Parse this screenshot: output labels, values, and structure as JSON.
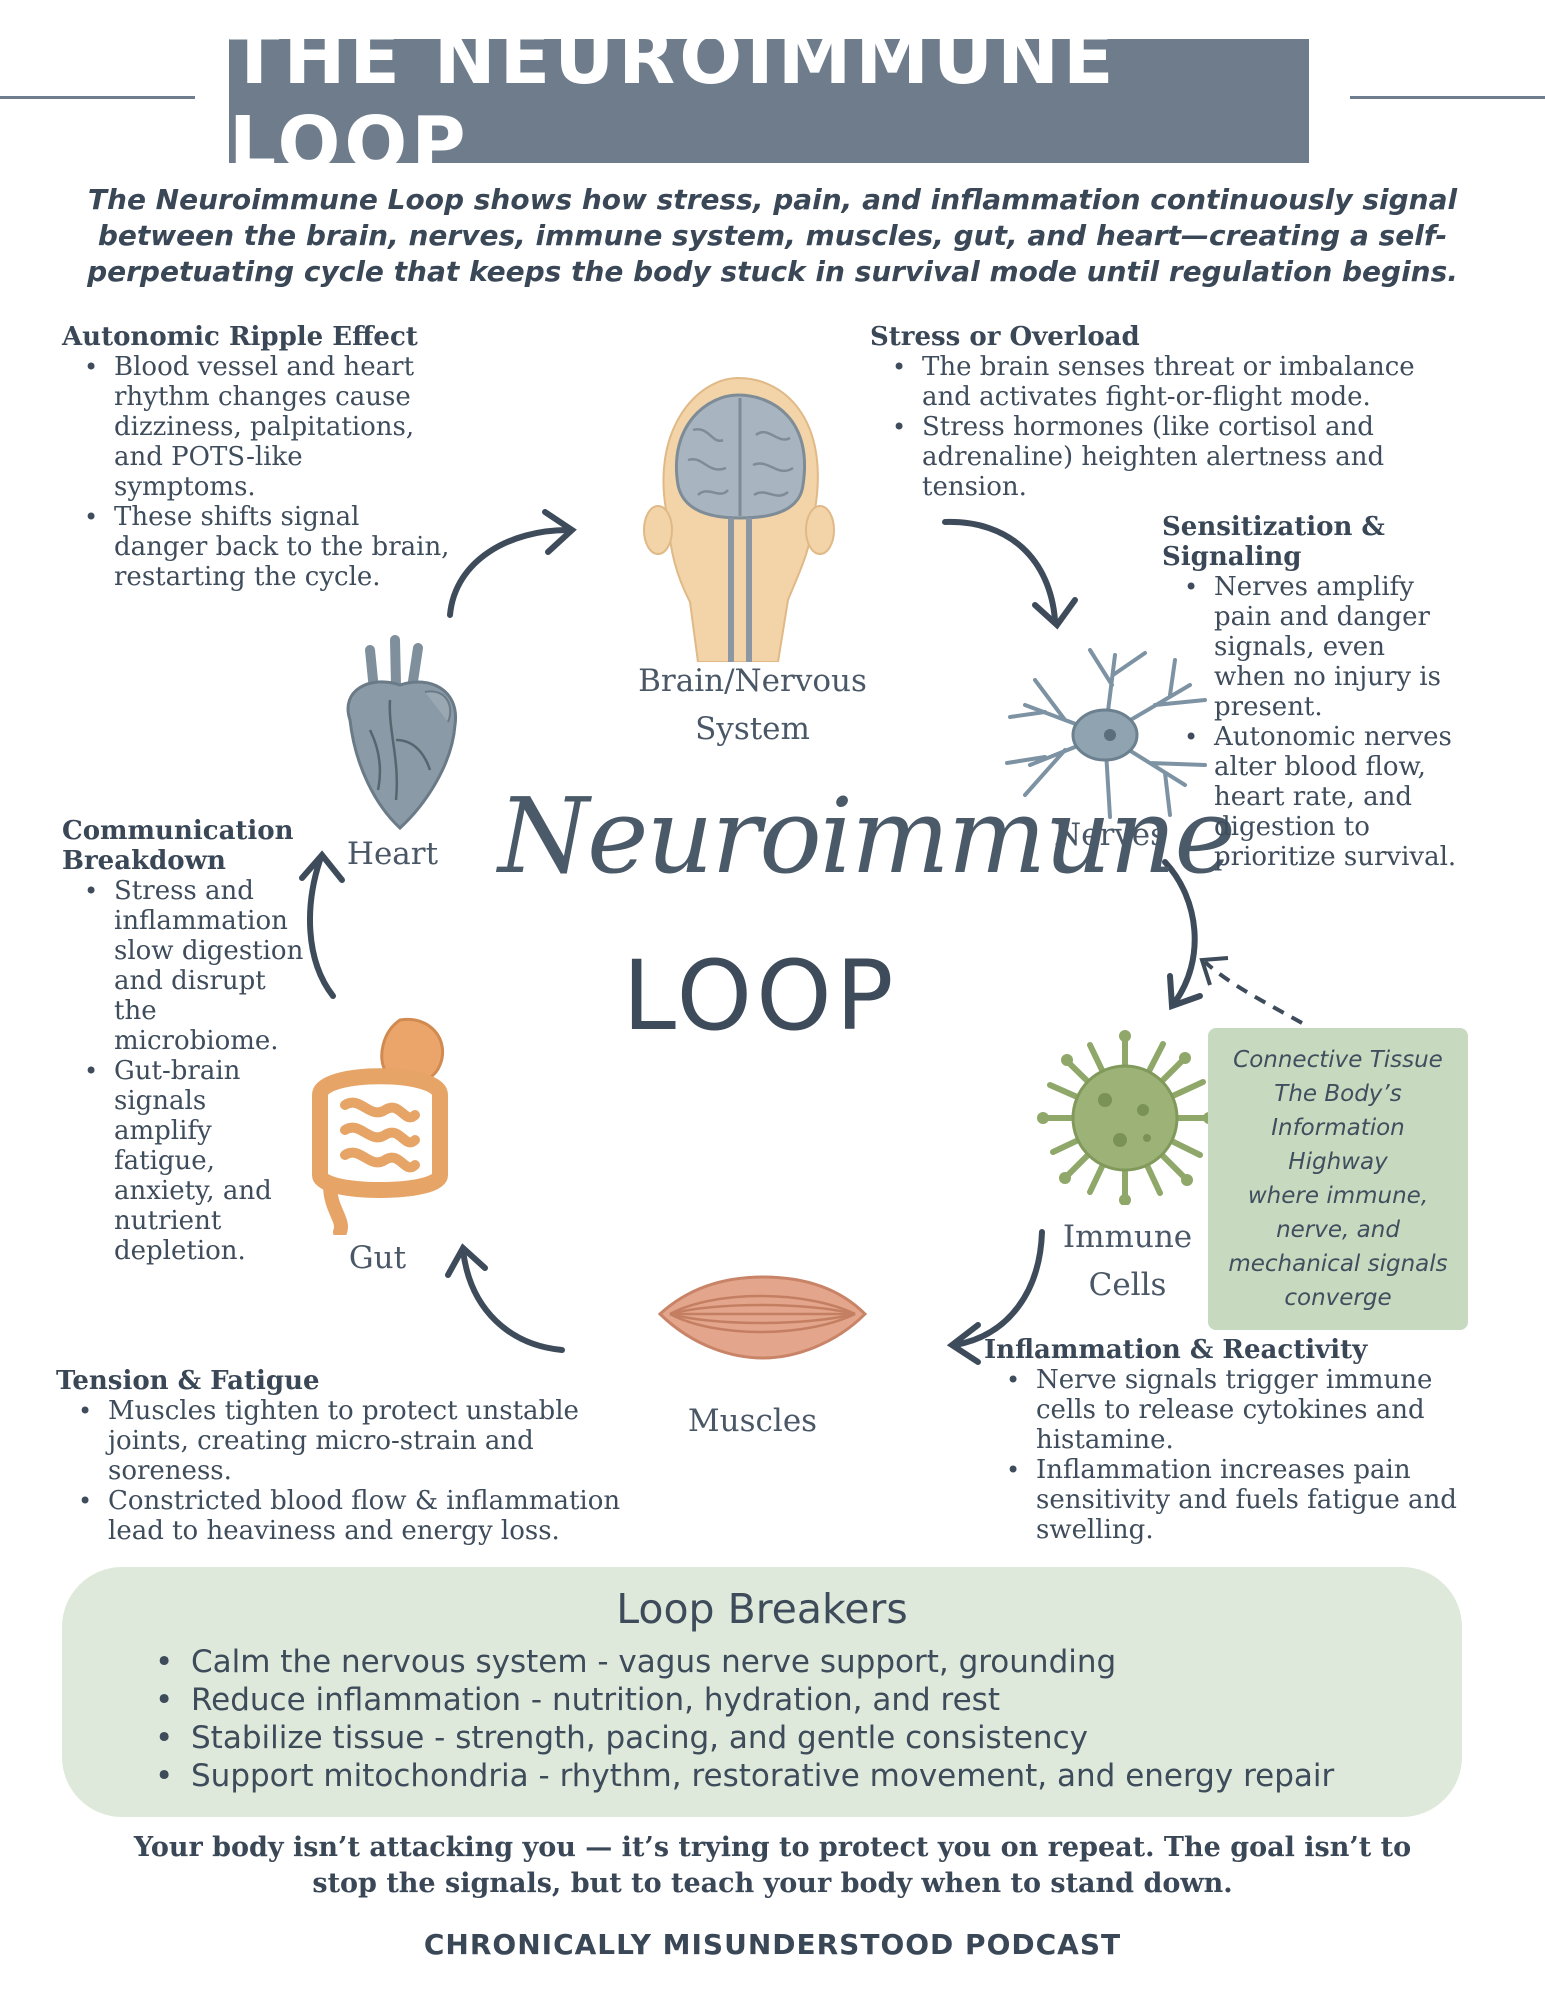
{
  "header": {
    "title": "THE NEUROIMMUNE LOOP",
    "intro": "The Neuroimmune Loop shows how stress, pain, and inflammation continuously signal between the brain, nerves, immune system, muscles, gut, and heart—creating a self-perpetuating cycle that keeps the body stuck in survival mode until regulation begins."
  },
  "center": {
    "script_word": "Neuroimmune",
    "loop_word": "LOOP"
  },
  "organs": {
    "brain_line1": "Brain/Nervous",
    "brain_line2": "System",
    "nerves": "Nerves",
    "immune_line1": "Immune",
    "immune_line2": "Cells",
    "muscles": "Muscles",
    "gut": "Gut",
    "heart": "Heart"
  },
  "sections": {
    "autonomic": {
      "heading": "Autonomic Ripple Effect",
      "bullets": [
        "Blood vessel and heart rhythm changes cause dizziness, palpitations, and POTS-like symptoms.",
        "These shifts signal danger back to the brain, restarting the cycle."
      ]
    },
    "stress": {
      "heading": "Stress or Overload",
      "bullets": [
        "The brain senses threat or imbalance and activates fight-or-flight mode.",
        "Stress hormones (like cortisol and adrenaline) heighten alertness and tension."
      ]
    },
    "sensitization": {
      "heading_line1": "Sensitization &",
      "heading_line2": "Signaling",
      "bullets": [
        "Nerves amplify pain and danger signals, even when no injury is present.",
        "Autonomic nerves alter blood flow, heart rate, and digestion to prioritize survival."
      ]
    },
    "communication": {
      "heading_line1": "Communication",
      "heading_line2": "Breakdown",
      "bullets": [
        "Stress and inflammation slow digestion and disrupt the microbiome.",
        "Gut-brain signals amplify fatigue, anxiety, and nutrient depletion."
      ]
    },
    "tension": {
      "heading": "Tension & Fatigue",
      "bullets": [
        "Muscles tighten to protect unstable joints, creating micro-strain and soreness.",
        "Constricted blood flow & inflammation lead to heaviness and energy loss."
      ]
    },
    "inflammation": {
      "heading": "Inflammation & Reactivity",
      "bullets": [
        "Nerve signals trigger immune cells to release cytokines and histamine.",
        "Inflammation increases pain sensitivity and fuels fatigue and swelling."
      ]
    }
  },
  "connective_tissue": {
    "lines": [
      "Connective Tissue",
      "The Body’s",
      "Information",
      "Highway",
      "where immune,",
      "nerve, and",
      "mechanical signals",
      "converge"
    ]
  },
  "loop_breakers": {
    "title": "Loop Breakers",
    "items": [
      "Calm the nervous system - vagus nerve support, grounding",
      "Reduce inflammation - nutrition, hydration, and rest",
      "Stabilize tissue - strength, pacing, and gentle consistency",
      "Support mitochondria - rhythm, restorative movement, and energy repair"
    ]
  },
  "closing": "Your body isn’t attacking you — it’s trying to protect you on repeat. The goal isn’t to stop the signals, but to teach your body when to stand down.",
  "footer": "CHRONICALLY MISUNDERSTOOD PODCAST",
  "colors": {
    "title_bg": "#6e7c8c",
    "text": "#3a4756",
    "green_box": "#c7d9bf",
    "breakers_bg": "#dee9db",
    "heart": "#8a9aa6",
    "nerve": "#7d93a3",
    "virus": "#8fa86a",
    "gut": "#e6a467",
    "muscle": "#d99b83",
    "brain_skin": "#f2d4a8",
    "brain": "#a8b4bf"
  }
}
